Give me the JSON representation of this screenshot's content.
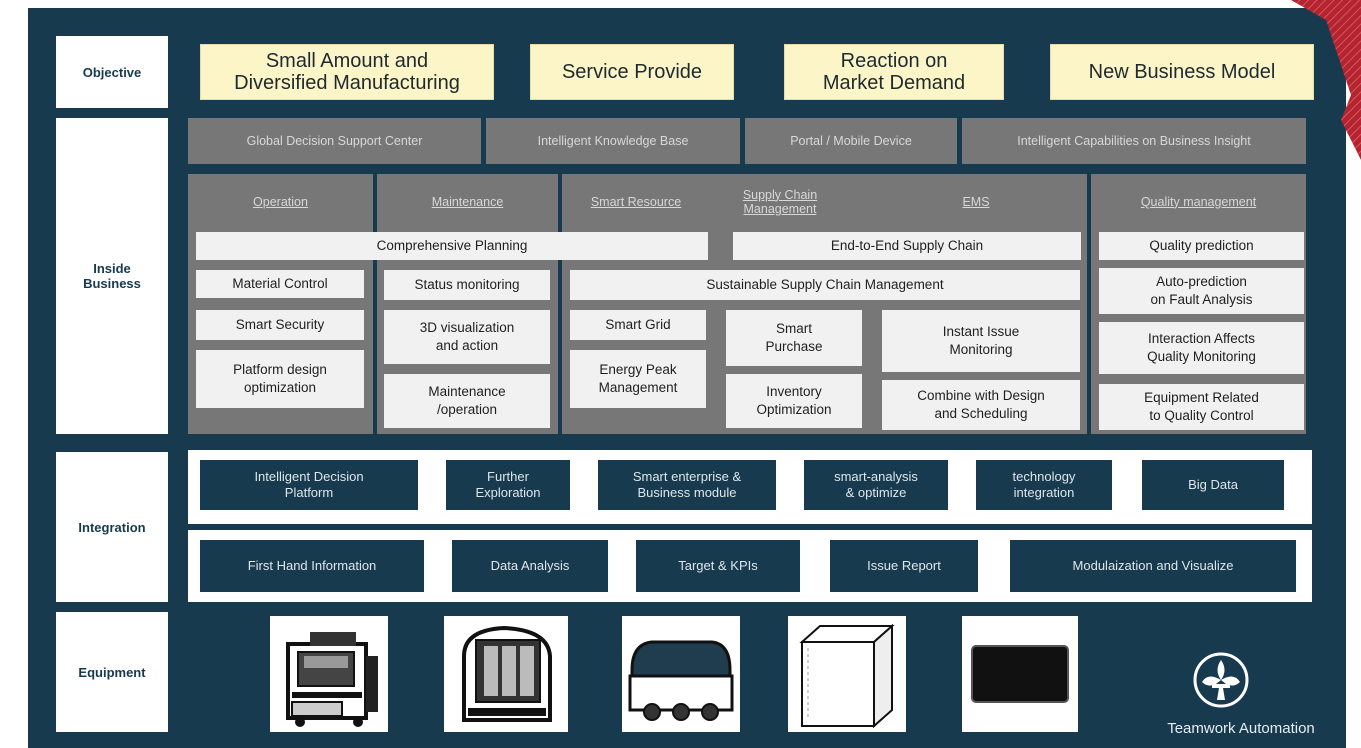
{
  "row_labels": {
    "objective": "Objective",
    "inside_business": "Inside\nBusiness",
    "integration": "Integration",
    "equipment": "Equipment"
  },
  "objectives": [
    "Small Amount and\nDiversified Manufacturing",
    "Service Provide",
    "Reaction on\nMarket Demand",
    "New Business Model"
  ],
  "top_gray": [
    "Global Decision Support Center",
    "Intelligent Knowledge Base",
    "Portal / Mobile Device",
    "Intelligent Capabilities on Business Insight"
  ],
  "columns": [
    "Operation",
    "Maintenance",
    "Smart Resource",
    "Supply Chain\nManagement",
    "EMS",
    "Quality management"
  ],
  "inside": {
    "comprehensive_planning": "Comprehensive Planning",
    "end_to_end": "End-to-End Supply Chain",
    "quality_prediction": "Quality prediction",
    "material_control": "Material Control",
    "status_monitoring": "Status monitoring",
    "sustainable": "Sustainable Supply Chain Management",
    "auto_prediction": "Auto-prediction\non Fault Analysis",
    "smart_security": "Smart Security",
    "visualization": "3D visualization\nand action",
    "smart_grid": "Smart Grid",
    "smart_purchase": "Smart\nPurchase",
    "instant_issue": "Instant Issue\nMonitoring",
    "interaction": "Interaction Affects\nQuality Monitoring",
    "platform_design": "Platform design\noptimization",
    "energy_peak": "Energy Peak\nManagement",
    "maintenance_operation": "Maintenance\n/operation",
    "inventory": "Inventory\nOptimization",
    "combine_design": "Combine with Design\nand Scheduling",
    "equipment_related": "Equipment Related\nto Quality Control"
  },
  "integration_row1": [
    "Intelligent Decision\nPlatform",
    "Further\nExploration",
    "Smart enterprise &\nBusiness module",
    "smart-analysis\n& optimize",
    "technology\nintegration",
    "Big Data"
  ],
  "integration_row2": [
    "First Hand Information",
    "Data Analysis",
    "Target & KPIs",
    "Issue Report",
    "Modulaization and Visualize"
  ],
  "logo_text": "Teamwork Automation",
  "colors": {
    "background": "#173a4f",
    "objective_box": "#fbf5c8",
    "gray_panel": "#777777",
    "light_box": "#f1f1f1",
    "accent_stripe": "#b5232f"
  }
}
